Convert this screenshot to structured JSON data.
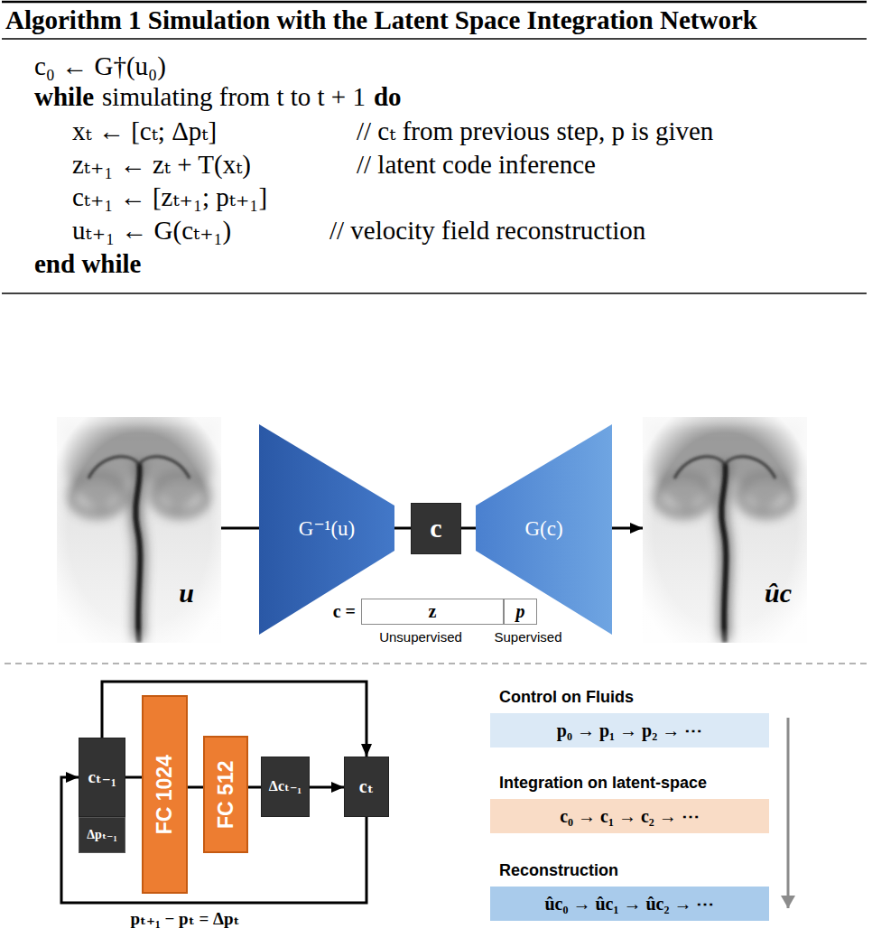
{
  "diagram": {
    "title": "Algorithm 1 Simulation with the Latent Space Integration Network",
    "nodes": [
      {
        "text": [
          "u"
        ]
      },
      {
        "text": [
          "G⁻¹(u)"
        ]
      },
      {
        "text": [
          "c"
        ]
      },
      {
        "text": [
          "G(c)"
        ]
      },
      {
        "text": [
          "ûc"
        ]
      },
      {
        "text": [
          "z"
        ]
      },
      {
        "text": [
          "p"
        ]
      },
      {
        "text": [
          "cₜ₋₁"
        ]
      },
      {
        "text": [
          "Δpₜ₋₁"
        ]
      },
      {
        "text": [
          "FC 1024"
        ]
      },
      {
        "text": [
          "FC 512"
        ]
      },
      {
        "text": [
          "Δcₜ₋₁"
        ]
      },
      {
        "text": [
          "cₜ"
        ]
      },
      {
        "text": [
          "Control on Fluids",
          "p₀ → p₁ → p₂ → ⋯"
        ]
      },
      {
        "text": [
          "Integration on latent-space",
          "c₀ → c₁ → c₂ → ⋯"
        ]
      },
      {
        "text": [
          "Reconstruction",
          "ûc₀ → ûc₁ → ûc₂ → ⋯"
        ]
      }
    ],
    "edges": [
      {
        "from": 0,
        "to": 1,
        "arrow": "none"
      },
      {
        "from": 1,
        "to": 2,
        "arrow": "none"
      },
      {
        "from": 2,
        "to": 3,
        "arrow": "none"
      },
      {
        "from": 3,
        "to": 4,
        "arrow": "to"
      },
      {
        "from": 7,
        "to": 9,
        "arrow": "none"
      },
      {
        "from": 9,
        "to": 10,
        "arrow": "none"
      },
      {
        "from": 10,
        "to": 11,
        "arrow": "none"
      },
      {
        "from": 11,
        "to": 12,
        "arrow": "to"
      },
      {
        "from": 7,
        "to": 12,
        "arrow": "to"
      },
      {
        "from": 12,
        "to": 7,
        "arrow": "to",
        "label": "pₜ₊₁ − pₜ = Δpₜ"
      }
    ],
    "labels": [
      "c₀ ← G†(u₀)",
      "while",
      "simulating from t to t + 1",
      "do",
      "xₜ ← [cₜ; Δpₜ]",
      "// cₜ from previous step, p is given",
      "zₜ₊₁ ← zₜ + T(xₜ)",
      "// latent code inference",
      "cₜ₊₁ ← [zₜ₊₁; pₜ₊₁]",
      "uₜ₊₁ ← G(cₜ₊₁)",
      "// velocity field reconstruction",
      "end while",
      "c =",
      "Unsupervised",
      "Supervised"
    ]
  }
}
